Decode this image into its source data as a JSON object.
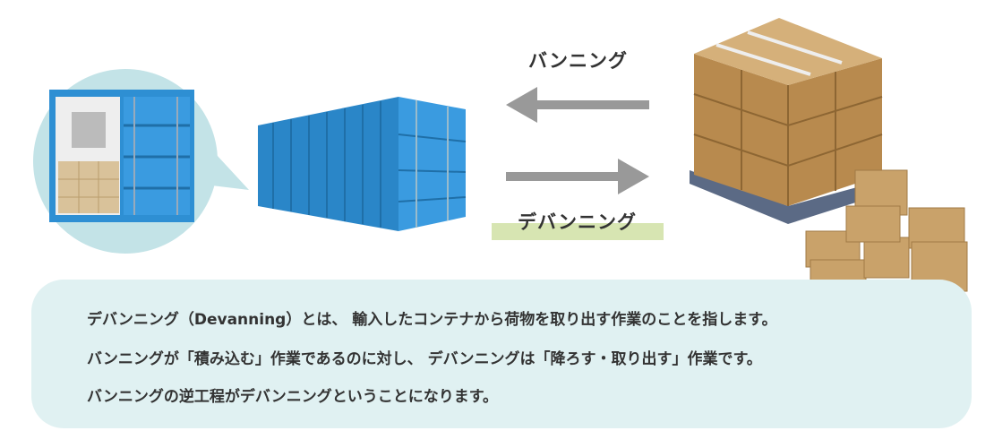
{
  "labels": {
    "vanning": "バンニング",
    "devanning": "デバンニング"
  },
  "description": {
    "lines": [
      "デバンニング（Devanning）とは、 輸入したコンテナから荷物を取り出す作業のことを指します。",
      "バンニングが「積み込む」作業であるのに対し、 デバンニングは「降ろす・取り出す」作業です。",
      "バンニングの逆工程がデバンニングということになります。"
    ]
  },
  "colors": {
    "container": "#2e8fd3",
    "bubble": "#c3e3e7",
    "arrow": "#999999",
    "box": "#c9a26a",
    "panel": "#e0f1f2",
    "highlight": "#d7e5b2"
  }
}
